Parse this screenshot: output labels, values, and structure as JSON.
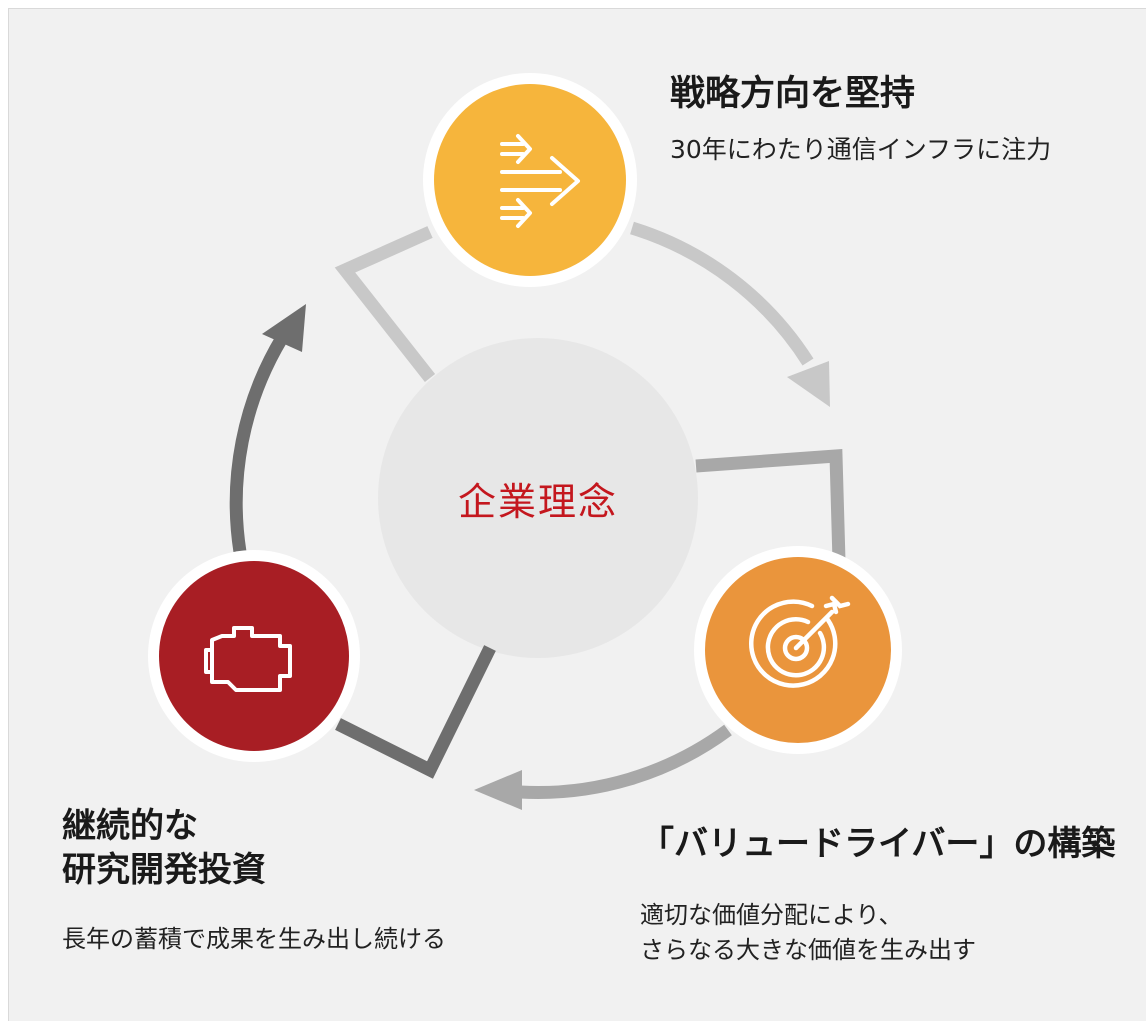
{
  "center": {
    "label": "企業理念",
    "color": "#c4171e"
  },
  "nodes": {
    "top": {
      "title": "戦略方向を堅持",
      "description": "30年にわたり通信インフラに注力",
      "icon": "arrows-forward-icon",
      "color": "#f6b53c"
    },
    "right": {
      "title": "「バリュードライバー」の構築",
      "description_lines": [
        "適切な価値分配により、",
        "さらなる大きな価値を生み出す"
      ],
      "icon": "target-icon",
      "color": "#ea953c"
    },
    "left": {
      "title_lines": [
        "継続的な",
        "研究開発投資"
      ],
      "description": "長年の蓄積で成果を生み出し続ける",
      "icon": "engine-icon",
      "color": "#a81e24"
    }
  },
  "colors": {
    "background": "#f1f1f1",
    "center_circle": "#e7e7e7",
    "arrow_light": "#c8c8c8",
    "arrow_mid": "#a8a8a8",
    "arrow_dark": "#6e6e6e"
  }
}
